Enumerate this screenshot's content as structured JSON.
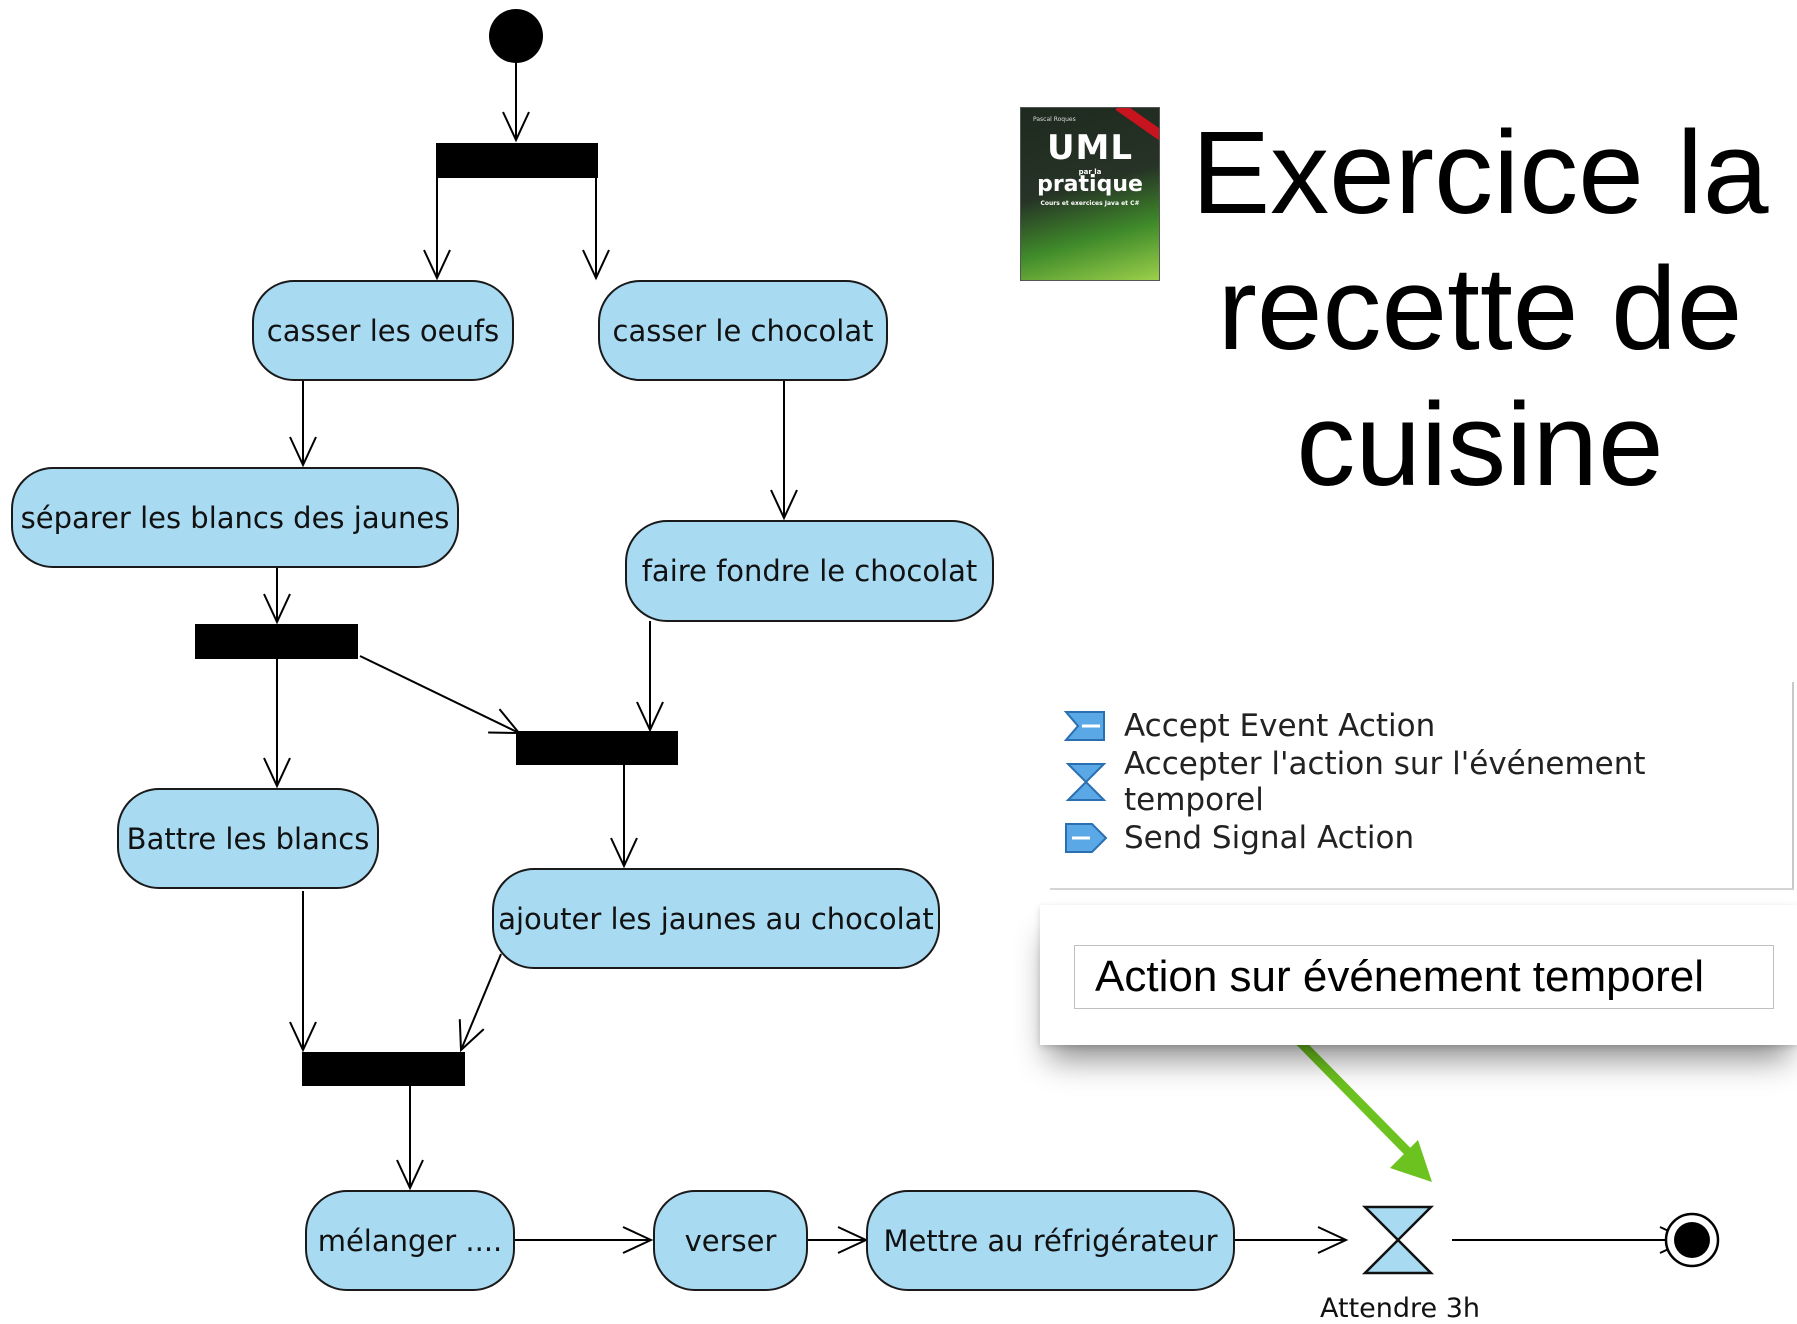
{
  "title": {
    "lines": [
      "Exercice la",
      "recette de",
      "cuisine"
    ]
  },
  "book": {
    "author": "Pascal Roques",
    "uml": "UML",
    "par": "par la",
    "pratique": "pratique",
    "subtitle": "Cours et exercices Java et C#"
  },
  "actions": {
    "casser_oeufs": "casser les oeufs",
    "casser_chocolat": "casser le chocolat",
    "separer": "séparer les blancs des jaunes",
    "fondre": "faire fondre le chocolat",
    "battre": "Battre les blancs",
    "ajouter": "ajouter les jaunes au chocolat",
    "melanger": "mélanger ....",
    "verser": "verser",
    "refrigerer": "Mettre au réfrigérateur"
  },
  "time_event": {
    "label": "Attendre 3h"
  },
  "palette": {
    "items": [
      {
        "label": "Accept Event Action",
        "icon": "accept-event-icon"
      },
      {
        "label": "Accepter l'action sur l'événement temporel",
        "icon": "hourglass-icon"
      },
      {
        "label": "Send Signal Action",
        "icon": "send-signal-icon"
      }
    ]
  },
  "tooltip": {
    "text": "Action sur événement temporel"
  },
  "colors": {
    "action_fill": "#a8daf2",
    "arrow_highlight": "#6cc21e",
    "bar": "#000000"
  }
}
